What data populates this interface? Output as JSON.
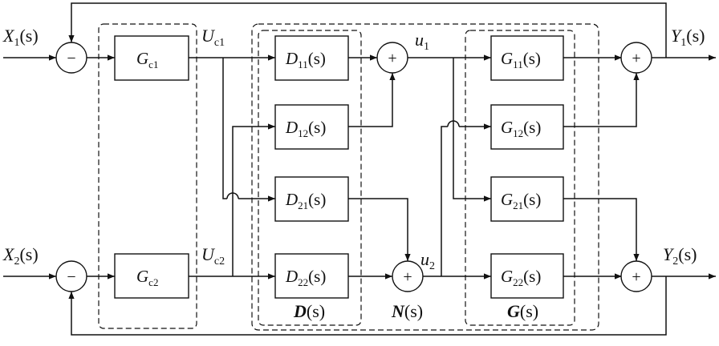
{
  "inputs": {
    "x1": {
      "main": "X",
      "sub": "1",
      "arg": "(s)"
    },
    "x2": {
      "main": "X",
      "sub": "2",
      "arg": "(s)"
    }
  },
  "outputs": {
    "y1": {
      "main": "Y",
      "sub": "1",
      "arg": "(s)"
    },
    "y2": {
      "main": "Y",
      "sub": "2",
      "arg": "(s)"
    }
  },
  "signals": {
    "uc1": {
      "main": "U",
      "sub": "c1"
    },
    "uc2": {
      "main": "U",
      "sub": "c2"
    },
    "u1": {
      "main": "u",
      "sub": "1"
    },
    "u2": {
      "main": "u",
      "sub": "2"
    }
  },
  "controllers": {
    "gc1": {
      "main": "G",
      "sub": "c1"
    },
    "gc2": {
      "main": "G",
      "sub": "c2"
    }
  },
  "decoupler": {
    "d11": {
      "main": "D",
      "sub": "11",
      "arg": "(s)"
    },
    "d12": {
      "main": "D",
      "sub": "12",
      "arg": "(s)"
    },
    "d21": {
      "main": "D",
      "sub": "21",
      "arg": "(s)"
    },
    "d22": {
      "main": "D",
      "sub": "22",
      "arg": "(s)"
    }
  },
  "plant": {
    "g11": {
      "main": "G",
      "sub": "11",
      "arg": "(s)"
    },
    "g12": {
      "main": "G",
      "sub": "12",
      "arg": "(s)"
    },
    "g21": {
      "main": "G",
      "sub": "21",
      "arg": "(s)"
    },
    "g22": {
      "main": "G",
      "sub": "22",
      "arg": "(s)"
    }
  },
  "group_labels": {
    "d": {
      "main": "D",
      "arg": "(s)"
    },
    "n": {
      "main": "N",
      "arg": "(s)"
    },
    "g": {
      "main": "G",
      "arg": "(s)"
    }
  },
  "junctions": {
    "sum_minus": "−",
    "sum_plus": "+"
  }
}
